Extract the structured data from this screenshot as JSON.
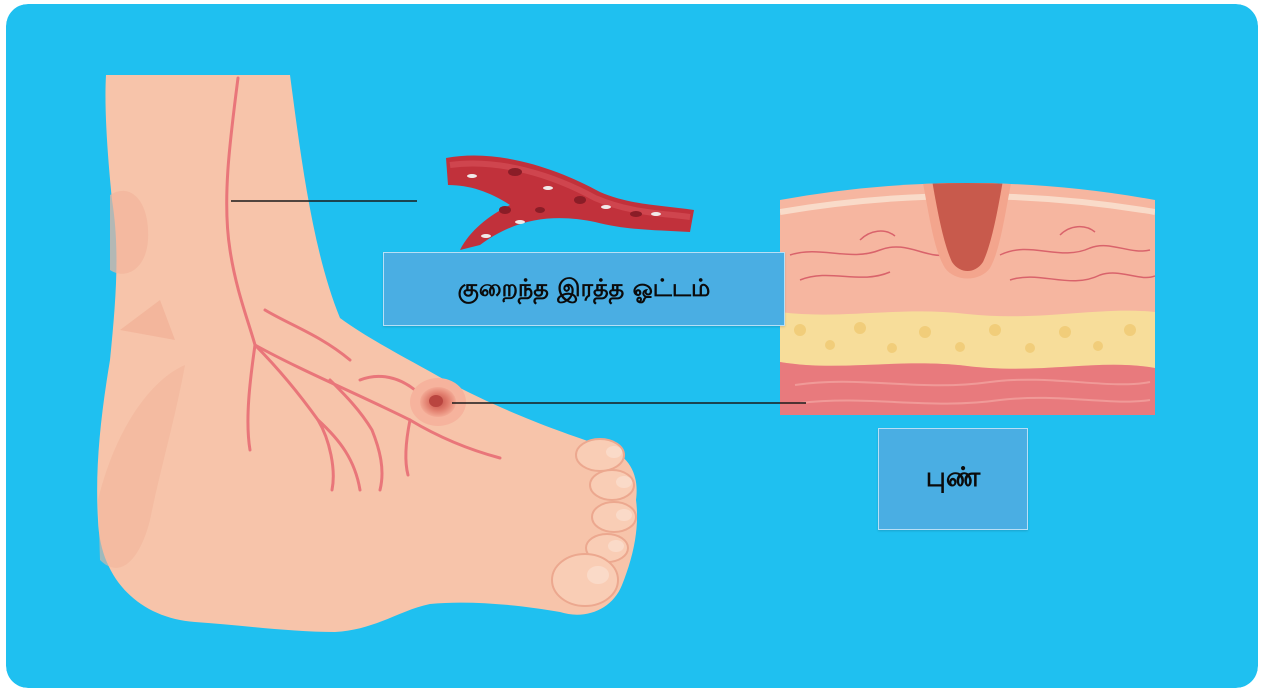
{
  "diagram": {
    "labels": {
      "poor_circulation": "குறைந்த இரத்த ஓட்டம்",
      "ulcer": "புண்"
    },
    "colors": {
      "background": "#1fc0f0",
      "skin": "#f7c4aa",
      "vein": "#e9767a",
      "wound": "#d46a5d",
      "fat_layer": "#f7dd9a",
      "muscle_layer": "#e87a7d"
    },
    "icons": [
      "foot-illustration",
      "blood-vessel-icon",
      "skin-cross-section-icon",
      "ulcer-wound-icon"
    ]
  }
}
